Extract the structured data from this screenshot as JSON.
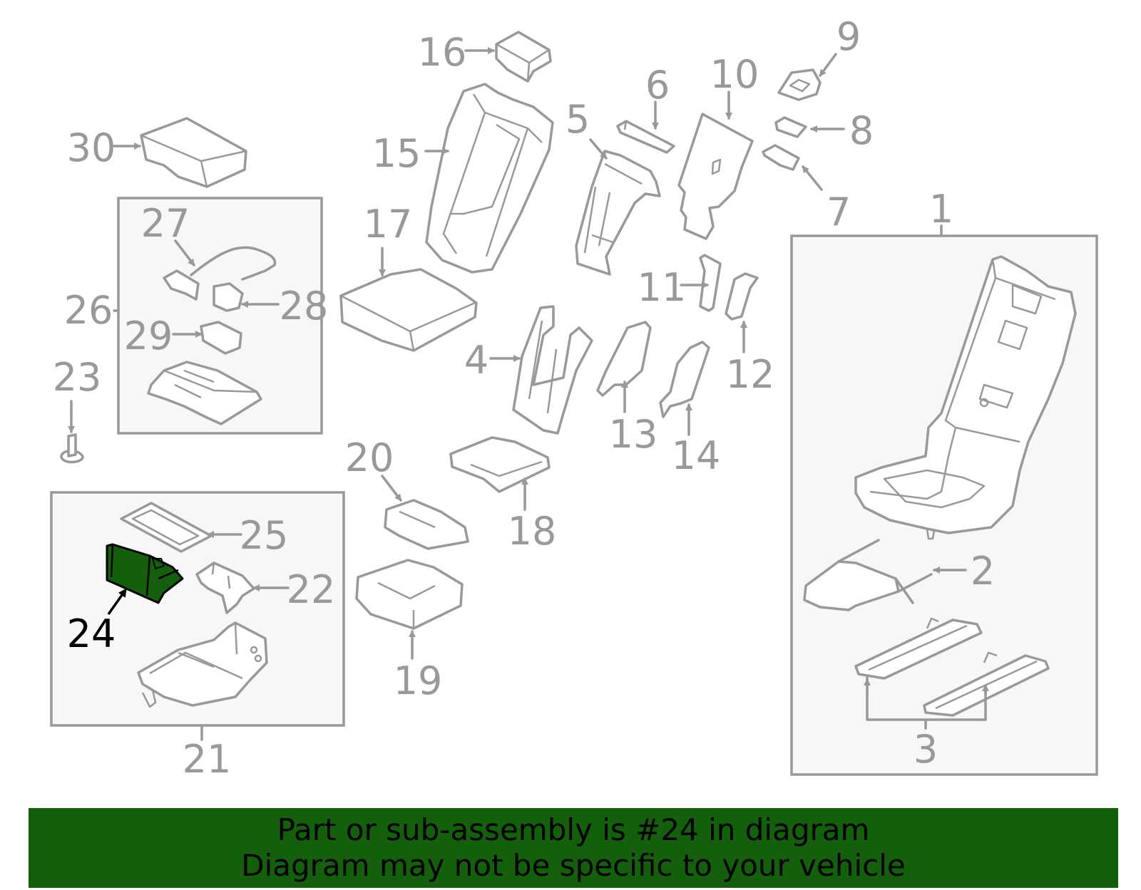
{
  "highlight": {
    "part": "24",
    "color": "#135f0b"
  },
  "callouts": {
    "c1": "1",
    "c2": "2",
    "c3": "3",
    "c4": "4",
    "c5": "5",
    "c6": "6",
    "c7": "7",
    "c8": "8",
    "c9": "9",
    "c10": "10",
    "c11": "11",
    "c12": "12",
    "c13": "13",
    "c14": "14",
    "c15": "15",
    "c16": "16",
    "c17": "17",
    "c18": "18",
    "c19": "19",
    "c20": "20",
    "c21": "21",
    "c22": "22",
    "c23": "23",
    "c24": "24",
    "c25": "25",
    "c26": "26",
    "c27": "27",
    "c28": "28",
    "c29": "29",
    "c30": "30"
  },
  "banner": {
    "line1": "Part or sub-assembly is #24 in diagram",
    "line2": "Diagram may not be specific to your vehicle",
    "background": "#135f0b"
  }
}
